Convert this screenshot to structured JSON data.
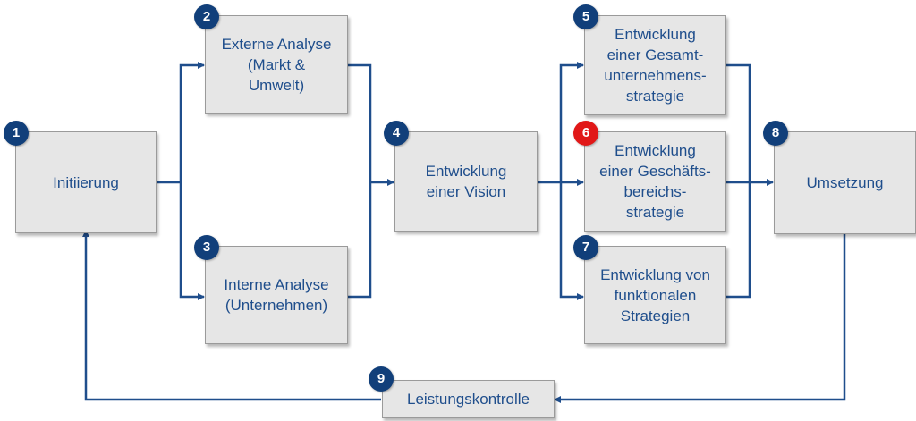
{
  "steps": [
    {
      "number": "1",
      "label": "Initiierung"
    },
    {
      "number": "2",
      "label": "Externe Analyse\n(Markt &\nUmwelt)"
    },
    {
      "number": "3",
      "label": "Interne Analyse\n(Unternehmen)"
    },
    {
      "number": "4",
      "label": "Entwicklung\neiner Vision"
    },
    {
      "number": "5",
      "label": "Entwicklung\neiner Gesamt-\nunternehmens-\nstrategie"
    },
    {
      "number": "6",
      "label": "Entwicklung\neiner Geschäfts-\nbereichs-\nstrategie"
    },
    {
      "number": "7",
      "label": "Entwicklung von\nfunktionalen\nStrategien"
    },
    {
      "number": "8",
      "label": "Umsetzung"
    },
    {
      "number": "9",
      "label": "Leistungskontrolle"
    }
  ],
  "colors": {
    "box_fill": "#e6e6e6",
    "text": "#1f4e8c",
    "connector": "#1f4e8c",
    "badge": "#113f7a",
    "badge_highlight": "#e11818"
  },
  "highlighted_step": "6"
}
